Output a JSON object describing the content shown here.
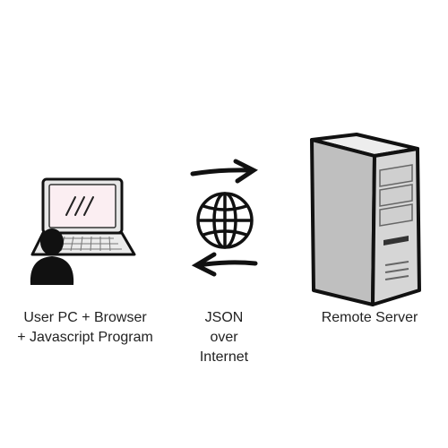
{
  "nodes": {
    "client": {
      "label": "User PC + Browser\n+ Javascript Program",
      "icon": "laptop-user-icon"
    },
    "transport": {
      "label": "JSON\nover\nInternet",
      "icon": "globe-icon"
    },
    "server": {
      "label": "Remote Server",
      "icon": "server-tower-icon"
    }
  },
  "arrows": [
    {
      "name": "request",
      "direction": "right"
    },
    {
      "name": "response",
      "direction": "left"
    }
  ],
  "colors": {
    "ink": "#111111",
    "screen": "#fbeef2",
    "laptop_body": "#ebebeb",
    "server_body": "#d6d6d6",
    "server_side": "#bfbfbf",
    "background": "#ffffff"
  }
}
